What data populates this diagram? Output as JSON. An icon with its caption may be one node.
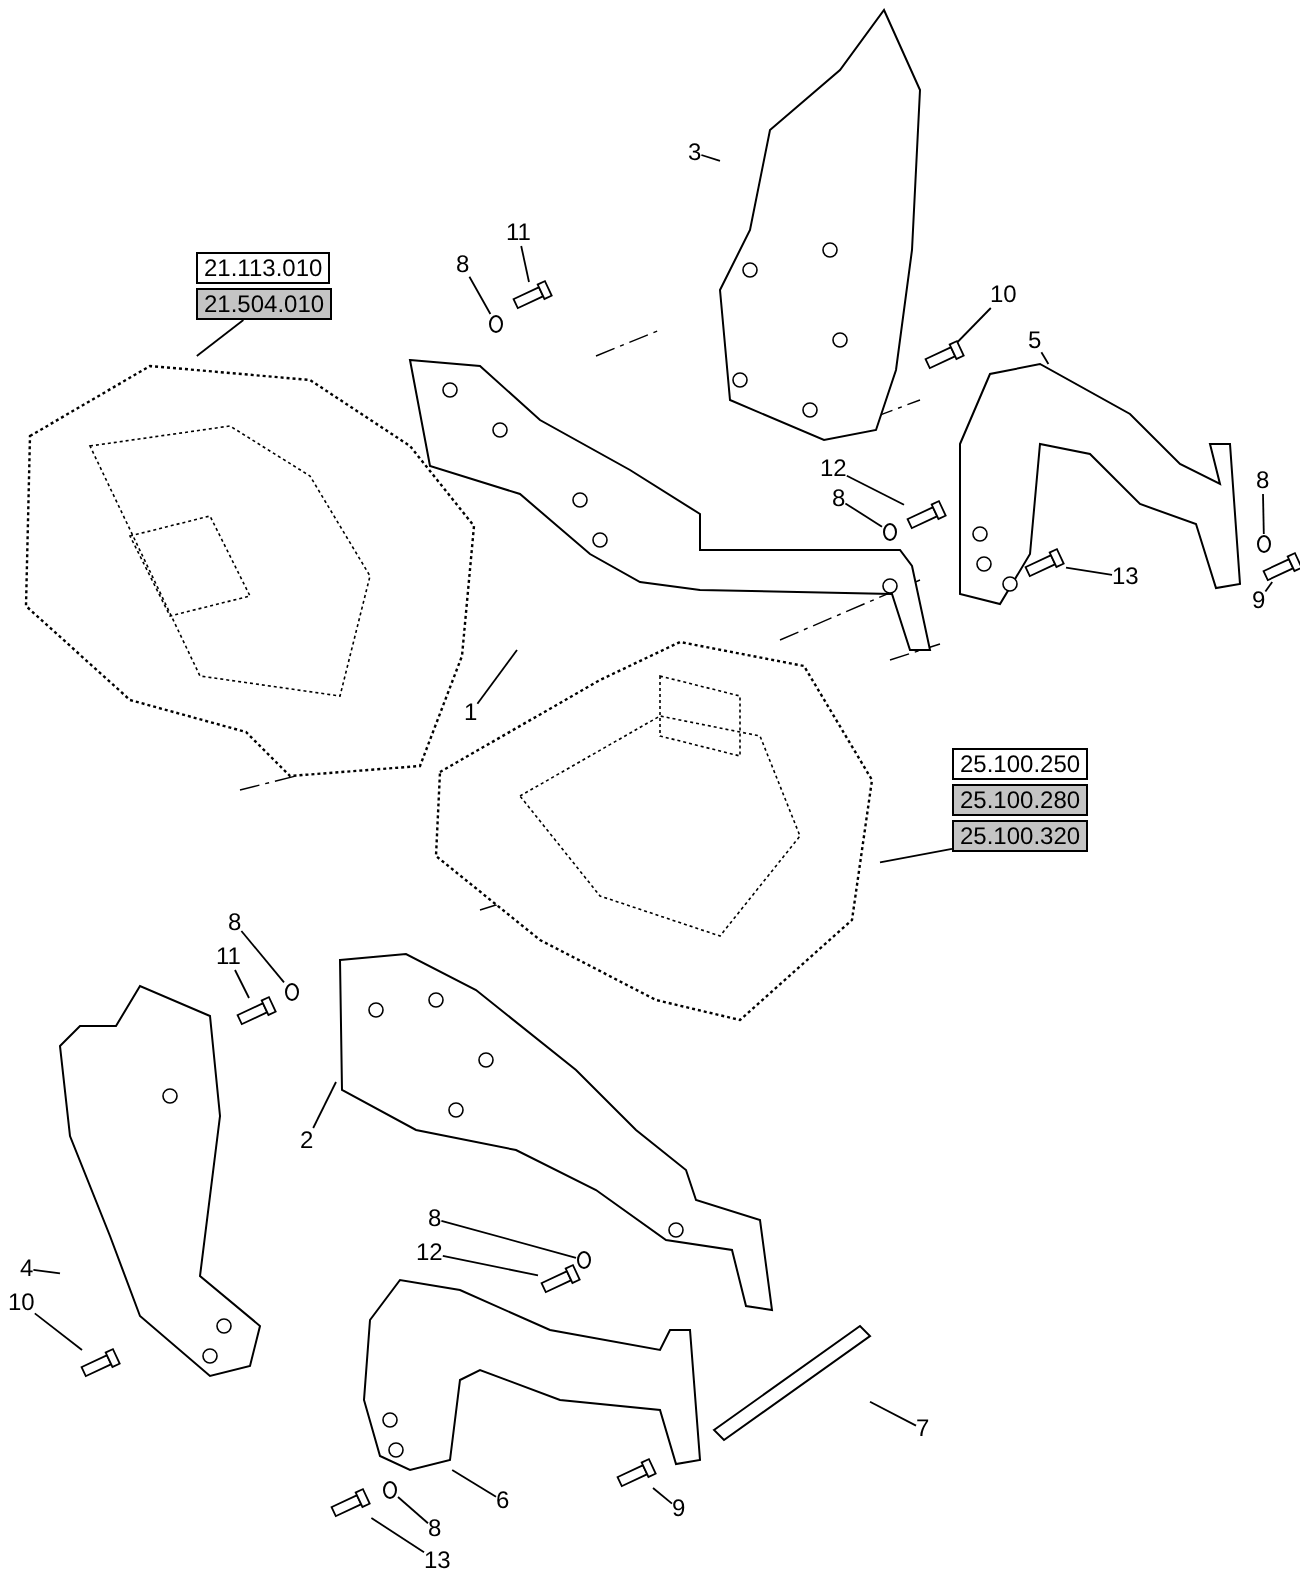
{
  "diagram": {
    "nodes": [
      {
        "text": [
          "21.113.010"
        ]
      },
      {
        "text": [
          "21.504.010"
        ]
      },
      {
        "text": [
          "25.100.250"
        ]
      },
      {
        "text": [
          "25.100.280"
        ]
      },
      {
        "text": [
          "25.100.320"
        ]
      },
      {
        "text": [],
        "shape": "picture"
      },
      {
        "text": [],
        "shape": "picture"
      },
      {
        "text": [],
        "shape": "picture"
      },
      {
        "text": [],
        "shape": "picture"
      },
      {
        "text": [],
        "shape": "picture"
      },
      {
        "text": [],
        "shape": "picture"
      },
      {
        "text": [],
        "shape": "picture"
      },
      {
        "text": [],
        "shape": "picture"
      },
      {
        "text": [],
        "shape": "picture"
      },
      {
        "text": [
          "11"
        ]
      },
      {
        "text": [
          "8"
        ]
      },
      {
        "text": [
          "3"
        ]
      },
      {
        "text": [
          "10"
        ]
      },
      {
        "text": [
          "5"
        ]
      },
      {
        "text": [
          "12"
        ]
      },
      {
        "text": [
          "8"
        ]
      },
      {
        "text": [
          "8"
        ]
      },
      {
        "text": [
          "9"
        ]
      },
      {
        "text": [
          "13"
        ]
      },
      {
        "text": [
          "1"
        ]
      },
      {
        "text": [
          "8"
        ]
      },
      {
        "text": [
          "11"
        ]
      },
      {
        "text": [
          "2"
        ]
      },
      {
        "text": [
          "4"
        ]
      },
      {
        "text": [
          "10"
        ]
      },
      {
        "text": [
          "8"
        ]
      },
      {
        "text": [
          "12"
        ]
      },
      {
        "text": [
          "7"
        ]
      },
      {
        "text": [
          "6"
        ]
      },
      {
        "text": [
          "9"
        ]
      },
      {
        "text": [
          "8"
        ]
      },
      {
        "text": [
          "13"
        ]
      },
      {
        "text": [],
        "shape": "bolt"
      },
      {
        "text": [],
        "shape": "washer"
      },
      {
        "text": [],
        "shape": "bolt"
      },
      {
        "text": [],
        "shape": "bolt"
      },
      {
        "text": [],
        "shape": "washer"
      },
      {
        "text": [],
        "shape": "washer"
      },
      {
        "text": [],
        "shape": "bolt"
      },
      {
        "text": [],
        "shape": "bolt"
      },
      {
        "text": [],
        "shape": "washer"
      },
      {
        "text": [],
        "shape": "bolt"
      },
      {
        "text": [],
        "shape": "bolt"
      },
      {
        "text": [],
        "shape": "washer"
      },
      {
        "text": [],
        "shape": "bolt"
      },
      {
        "text": [],
        "shape": "bolt"
      },
      {
        "text": [],
        "shape": "washer"
      },
      {
        "text": [],
        "shape": "bolt"
      }
    ],
    "edges": [
      {
        "from": 1,
        "to": 5,
        "arrow": "none"
      },
      {
        "from": 4,
        "to": 6,
        "arrow": "none"
      },
      {
        "from": 24,
        "to": 7,
        "arrow": "none"
      },
      {
        "from": 27,
        "to": 8,
        "arrow": "none"
      },
      {
        "from": 16,
        "to": 9,
        "arrow": "none"
      },
      {
        "from": 28,
        "to": 10,
        "arrow": "none"
      },
      {
        "from": 18,
        "to": 11,
        "arrow": "none"
      },
      {
        "from": 33,
        "to": 12,
        "arrow": "none"
      },
      {
        "from": 32,
        "to": 13,
        "arrow": "none"
      },
      {
        "from": 14,
        "to": 37,
        "arrow": "none"
      },
      {
        "from": 15,
        "to": 38,
        "arrow": "none"
      },
      {
        "from": 17,
        "to": 39,
        "arrow": "none"
      },
      {
        "from": 19,
        "to": 40,
        "arrow": "none"
      },
      {
        "from": 20,
        "to": 41,
        "arrow": "none"
      },
      {
        "from": 21,
        "to": 42,
        "arrow": "none"
      },
      {
        "from": 22,
        "to": 43,
        "arrow": "none"
      },
      {
        "from": 23,
        "to": 44,
        "arrow": "none"
      },
      {
        "from": 25,
        "to": 45,
        "arrow": "none"
      },
      {
        "from": 26,
        "to": 46,
        "arrow": "none"
      },
      {
        "from": 29,
        "to": 47,
        "arrow": "none"
      },
      {
        "from": 30,
        "to": 48,
        "arrow": "none"
      },
      {
        "from": 31,
        "to": 49,
        "arrow": "none"
      },
      {
        "from": 34,
        "to": 50,
        "arrow": "none"
      },
      {
        "from": 35,
        "to": 51,
        "arrow": "none"
      },
      {
        "from": 36,
        "to": 52,
        "arrow": "none"
      }
    ]
  }
}
